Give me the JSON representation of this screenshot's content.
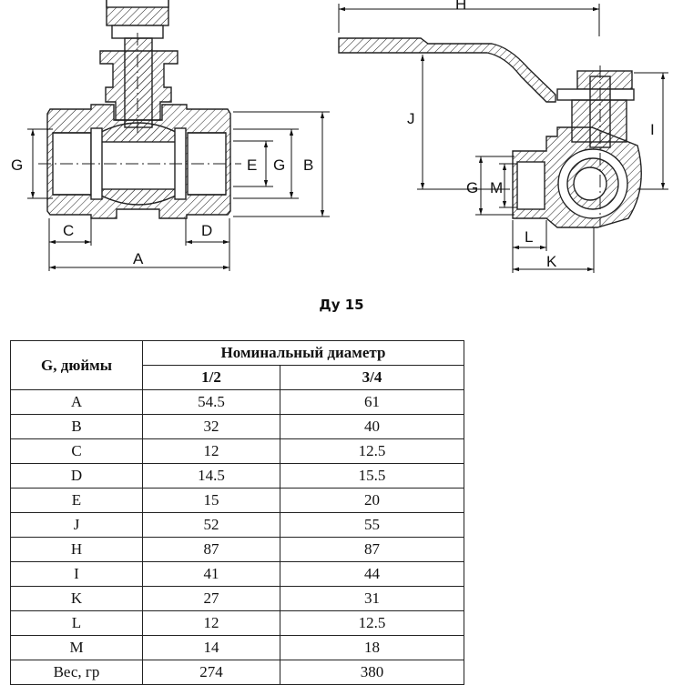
{
  "drawing": {
    "left_view_labels": [
      "G",
      "E",
      "G",
      "B",
      "C",
      "D",
      "A"
    ],
    "right_view_labels": [
      "H",
      "J",
      "I",
      "G",
      "M",
      "L",
      "K"
    ]
  },
  "subtitle": "Ду 15",
  "table": {
    "row_header": "G, дюймы",
    "group_header": "Номинальный диаметр",
    "sizes": [
      "1/2",
      "3/4"
    ],
    "rows": [
      {
        "name": "A",
        "v1": "54.5",
        "v2": "61"
      },
      {
        "name": "B",
        "v1": "32",
        "v2": "40"
      },
      {
        "name": "C",
        "v1": "12",
        "v2": "12.5"
      },
      {
        "name": "D",
        "v1": "14.5",
        "v2": "15.5"
      },
      {
        "name": "E",
        "v1": "15",
        "v2": "20"
      },
      {
        "name": "J",
        "v1": "52",
        "v2": "55"
      },
      {
        "name": "H",
        "v1": "87",
        "v2": "87"
      },
      {
        "name": "I",
        "v1": "41",
        "v2": "44"
      },
      {
        "name": "K",
        "v1": "27",
        "v2": "31"
      },
      {
        "name": "L",
        "v1": "12",
        "v2": "12.5"
      },
      {
        "name": "M",
        "v1": "14",
        "v2": "18"
      },
      {
        "name": "Вес, гр",
        "v1": "274",
        "v2": "380"
      }
    ]
  }
}
